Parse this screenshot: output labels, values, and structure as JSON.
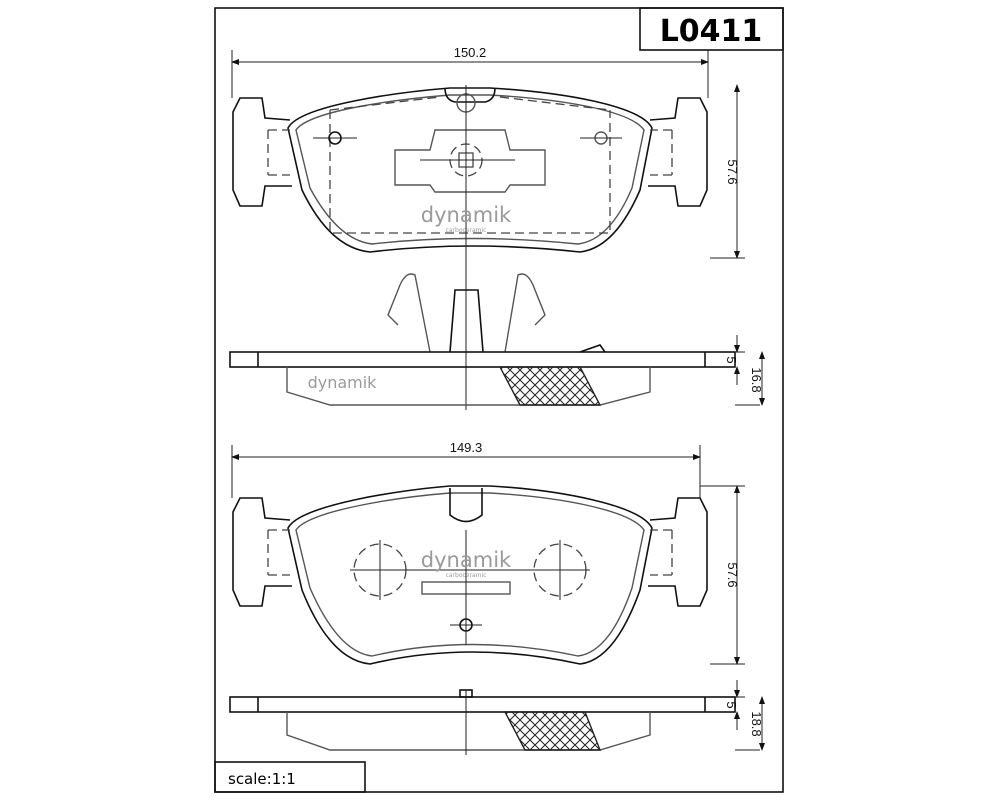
{
  "title_block": {
    "part_number": "L0411",
    "scale_label": "scale:1:1"
  },
  "watermark": {
    "brand": "dynamik",
    "tagline": "carboceramic"
  },
  "top_pad": {
    "width_dim": "150.2",
    "height_dim": "57.6",
    "backplate_dim": "5",
    "thickness_dim": "16.8"
  },
  "bottom_pad": {
    "width_dim": "149.3",
    "height_dim": "57.6",
    "backplate_dim": "5",
    "thickness_dim": "18.8"
  }
}
